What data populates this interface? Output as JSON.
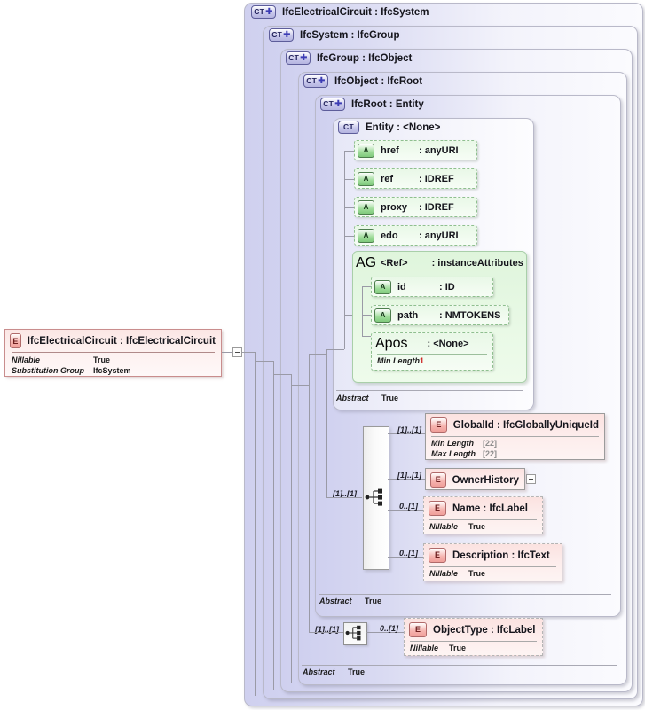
{
  "diagram": {
    "type": "xsd-schema-diagram",
    "root_element": {
      "badge": "E",
      "title": "IfcElectricalCircuit : IfcElectricalCircuit",
      "facets": [
        {
          "key": "Nillable",
          "value": "True"
        },
        {
          "key": "Substitution Group",
          "value": "IfcSystem"
        }
      ]
    },
    "containers": [
      {
        "badge": "CT",
        "expand": "+",
        "title": "IfcElectricalCircuit : IfcSystem"
      },
      {
        "badge": "CT",
        "expand": "+",
        "title": "IfcSystem : IfcGroup"
      },
      {
        "badge": "CT",
        "expand": "+",
        "title": "IfcGroup : IfcObject"
      },
      {
        "badge": "CT",
        "expand": "+",
        "title": "IfcObject : IfcRoot"
      },
      {
        "badge": "CT",
        "expand": "+",
        "title": "IfcRoot   : Entity"
      },
      {
        "badge": "CT",
        "expand": "",
        "title": "Entity     : <None>"
      }
    ],
    "attributes": [
      {
        "badge": "A",
        "name": "href",
        "type": ": anyURI"
      },
      {
        "badge": "A",
        "name": "ref",
        "type": ": IDREF"
      },
      {
        "badge": "A",
        "name": "proxy",
        "type": ": IDREF"
      },
      {
        "badge": "A",
        "name": "edo",
        "type": ": anyURI"
      }
    ],
    "attribute_group": {
      "badge": "AG",
      "name": "<Ref>",
      "type": ": instanceAttributes",
      "members": [
        {
          "badge": "A",
          "name": "id",
          "type": ": ID",
          "facets": []
        },
        {
          "badge": "A",
          "name": "path",
          "type": ": NMTOKENS",
          "facets": []
        },
        {
          "badge": "A",
          "name": "pos",
          "type": ": <None>",
          "facets": [
            {
              "key": "Min Length",
              "value": "1"
            }
          ]
        }
      ]
    },
    "sequence_children": [
      {
        "card": "[1]..[1]",
        "badge": "E",
        "title": "GlobalId  : IfcGloballyUniqueId",
        "style": "solid",
        "facets": [
          {
            "key": "Min Length",
            "value": "[22]"
          },
          {
            "key": "Max Length",
            "value": "[22]"
          }
        ]
      },
      {
        "card": "[1]..[1]",
        "badge": "E",
        "title": "OwnerHistory",
        "style": "solid",
        "toggle": "+",
        "facets": []
      },
      {
        "card": "0..[1]",
        "badge": "E",
        "title": "Name       : IfcLabel",
        "style": "dashed",
        "facets": [
          {
            "key": "Nillable",
            "value": "True"
          }
        ]
      },
      {
        "card": "0..[1]",
        "badge": "E",
        "title": "Description : IfcText",
        "style": "dashed",
        "facets": [
          {
            "key": "Nillable",
            "value": "True"
          }
        ]
      }
    ],
    "object_type": {
      "card_in": "[1]..[1]",
      "card_out": "0..[1]",
      "badge": "E",
      "title": "ObjectType : IfcLabel",
      "style": "dashed",
      "facets": [
        {
          "key": "Nillable",
          "value": "True"
        }
      ]
    },
    "sequence_card_ifcroot": "[1]..[1]",
    "abstract_rows": [
      {
        "key": "Abstract",
        "value": "True"
      },
      {
        "key": "Abstract",
        "value": "True"
      },
      {
        "key": "Abstract",
        "value": "True"
      }
    ],
    "colors": {
      "container_fill": "#d9daf2",
      "attribute_fill": "#e9f8e7",
      "element_fill": "#fbe2e0",
      "line": "#9a9aa6",
      "badge_ct": "#c9c9ec",
      "badge_a": "#9fdc9a",
      "badge_e": "#f6b3ae",
      "red_facet": "#cc2020"
    }
  }
}
